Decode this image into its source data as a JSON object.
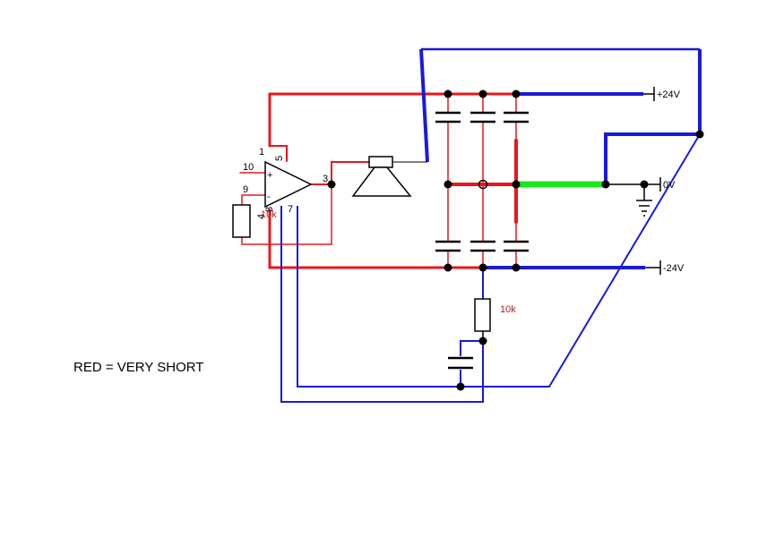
{
  "note": "RED = VERY SHORT",
  "rails": {
    "pos": "+24V",
    "gnd": "0V",
    "neg": "-24V"
  },
  "pins": {
    "p1": "1",
    "p5": "5",
    "p10": "10",
    "p9": "9",
    "p3": "3",
    "p8": "8",
    "p7": "7",
    "p4": "4",
    "plus": "+",
    "minus": "-"
  },
  "values": {
    "r_feedback": "10k",
    "r_decouple": "10k"
  },
  "colors": {
    "red": "#e8161b",
    "blue": "#1a1ad8",
    "green": "#1ee61e",
    "black": "#000000"
  }
}
